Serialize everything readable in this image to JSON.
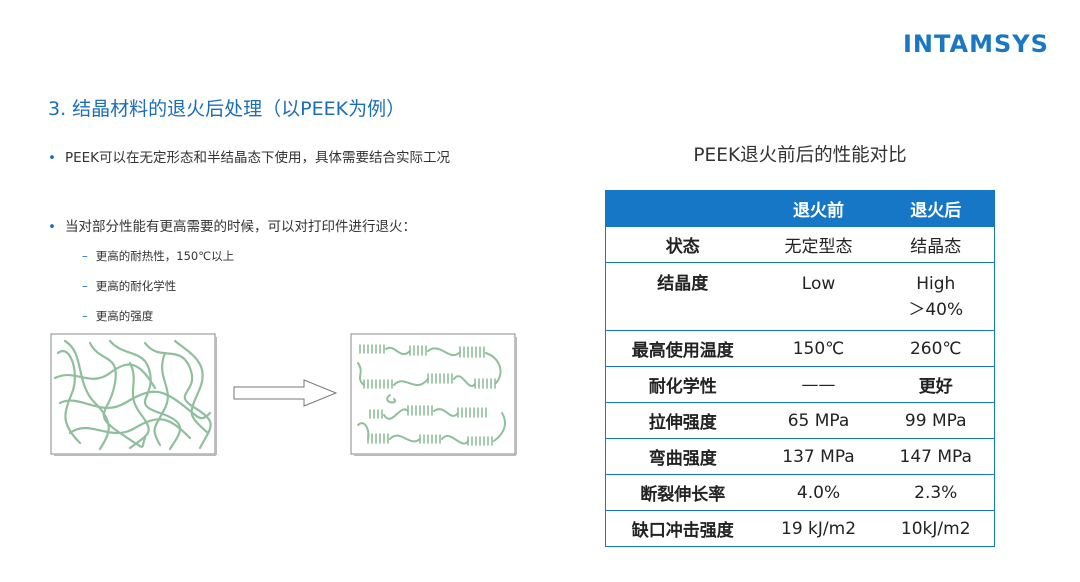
{
  "brand": {
    "logo_text": "INTAMSYS",
    "accent": "#1777c7"
  },
  "heading": "3. 结晶材料的退火后处理（以PEEK为例）",
  "bullets": [
    "PEEK可以在无定形态和半结晶态下使用，具体需要结合实际工况",
    "当对部分性能有更高需要的时候，可以对打印件进行退火："
  ],
  "sub_bullets": [
    "更高的耐热性，150℃以上",
    "更高的耐化学性",
    "更高的强度"
  ],
  "table": {
    "title": "PEEK退火前后的性能对比",
    "headers": [
      "",
      "退火前",
      "退火后"
    ],
    "rows": [
      [
        "状态",
        "无定型态",
        "结晶态"
      ],
      [
        "结晶度",
        "Low",
        "High",
        "＞40%"
      ],
      [
        "最高使用温度",
        "150℃",
        "260℃"
      ],
      [
        "耐化学性",
        "——",
        "更好"
      ],
      [
        "拉伸强度",
        "65 MPa",
        "99 MPa"
      ],
      [
        "弯曲强度",
        "137 MPa",
        "147 MPa"
      ],
      [
        "断裂伸长率",
        "4.0%",
        "2.3%"
      ],
      [
        "缺口冲击强度",
        "19 kJ/m2",
        "10kJ/m2"
      ]
    ]
  },
  "icons": {
    "arrow": "right-arrow-icon"
  }
}
